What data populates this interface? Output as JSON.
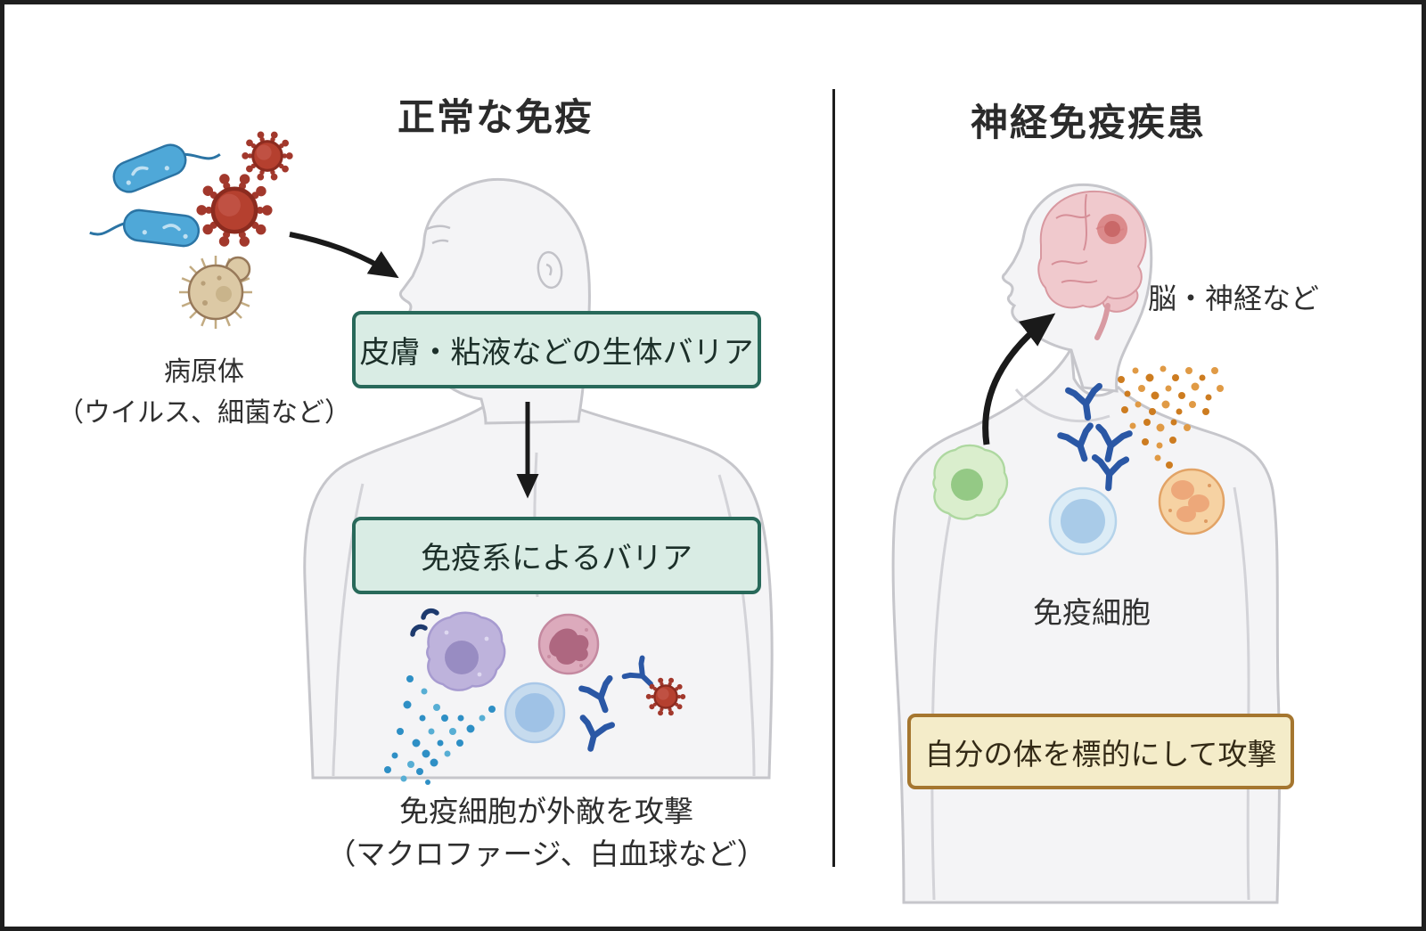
{
  "panel_left": {
    "title": "正常な免疫",
    "pathogen_label": {
      "line1": "病原体",
      "line2": "（ウイルス、細菌など）"
    },
    "barrier_box_1": "皮膚・粘液などの生体バリア",
    "barrier_box_2": "免疫系によるバリア",
    "caption": {
      "line1": "免疫細胞が外敵を攻撃",
      "line2": "（マクロファージ、白血球など）"
    }
  },
  "panel_right": {
    "title": "神経免疫疾患",
    "brain_label": "脳・神経など",
    "immune_cells_label": "免疫細胞",
    "attack_box": "自分の体を標的にして攻撃"
  },
  "icons": {
    "left": [
      "bacterium-icon",
      "virus-icon",
      "fungus-icon",
      "pathogen-arrow",
      "barrier-flow-arrow",
      "human-figure",
      "macrophage-icon",
      "neutrophil-icon",
      "lymphocyte-icon",
      "antibody-icon",
      "cytokine-dots",
      "virus-antibody-complex"
    ],
    "right": [
      "human-figure",
      "brain-icon",
      "inflammation-spot",
      "attack-arrow",
      "antibody-icon",
      "green-immune-cell-icon",
      "lymphocyte-icon",
      "granulocyte-icon",
      "autoantibody-dots"
    ]
  },
  "colors": {
    "background": "#ffffff",
    "frame_border": "#1f1f1f",
    "divider": "#1d1d1d",
    "barrier_box_fill": "#d9ece4",
    "barrier_box_border": "#28695a",
    "attack_box_fill": "#f4ecc9",
    "attack_box_border": "#a5762f",
    "virus_red": "#b5402f",
    "bacterium_blue": "#4fa8d8",
    "fungus_tan": "#dcc9a5",
    "antibody_blue": "#2a57a5",
    "cytokine_blue": "#2e8fc5",
    "macrophage_purple": "#beb3dc",
    "neutrophil_pink": "#dcaabc",
    "lymphocyte_blue": "#c6dbee",
    "green_cell": "#daeecd",
    "orange_cell": "#f6d2a3",
    "orange_dots": "#cd7c20",
    "brain_pink": "#f0c9cd",
    "body_fill": "#f4f4f6",
    "body_outline": "#c6c6cb"
  }
}
